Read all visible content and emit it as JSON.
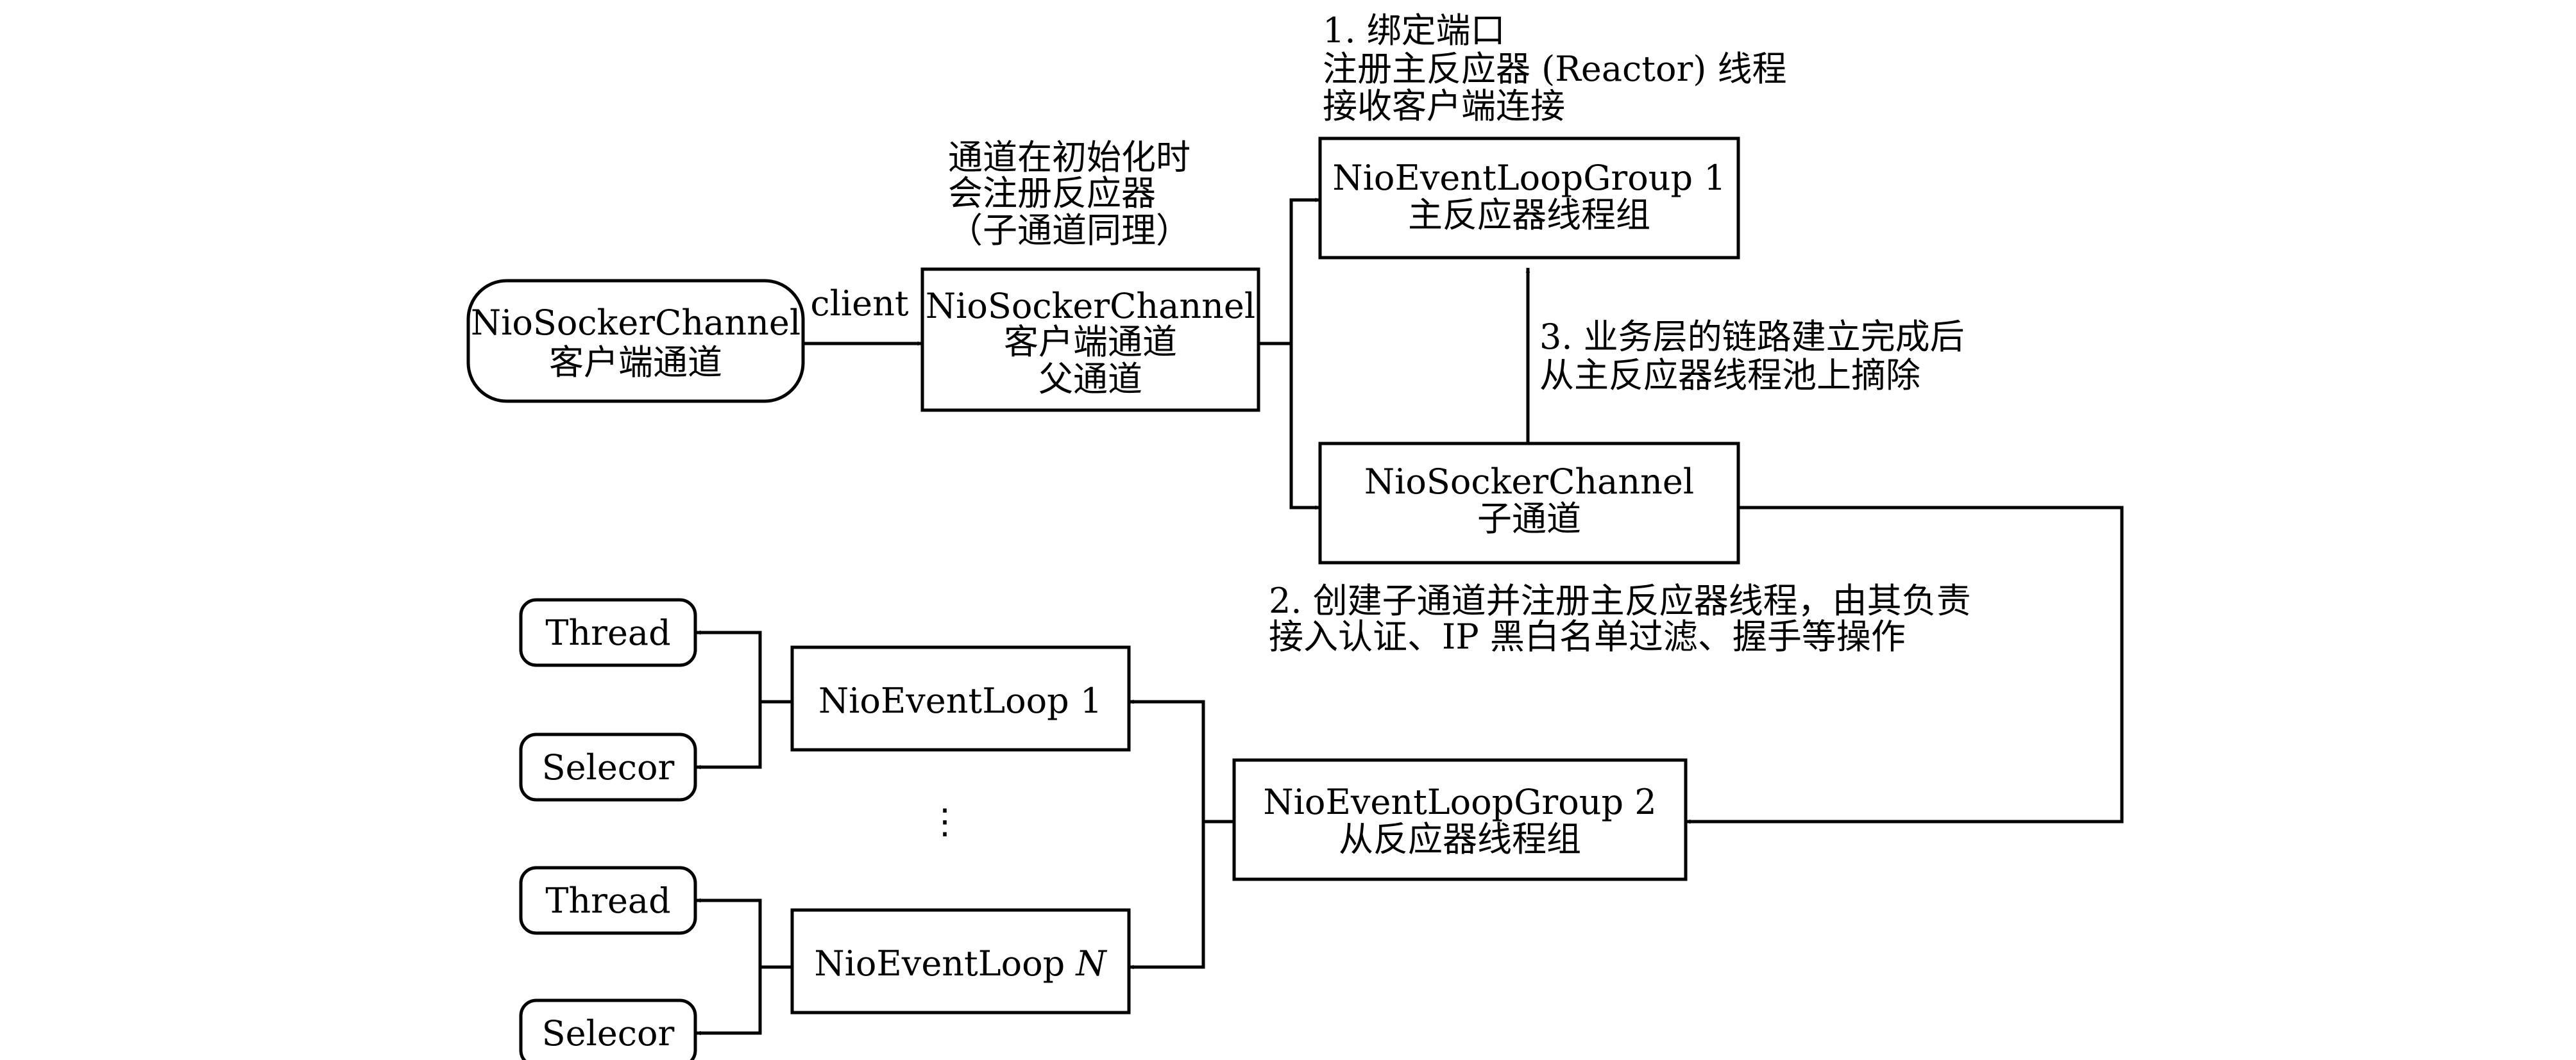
{
  "nodes": {
    "client_channel": {
      "line1": "NioSockerChannel",
      "line2": "客户端通道"
    },
    "parent_channel": {
      "line1": "NioSockerChannel",
      "line2": "客户端通道",
      "line3": "父通道"
    },
    "group1": {
      "line1": "NioEventLoopGroup 1",
      "line2": "主反应器线程组"
    },
    "child_channel": {
      "line1": "NioSockerChannel",
      "line2": "子通道"
    },
    "group2": {
      "line1": "NioEventLoopGroup 2",
      "line2": "从反应器线程组"
    },
    "loop1": {
      "label": "NioEventLoop 1"
    },
    "loopN": {
      "label": "NioEventLoop ",
      "suffix": "N"
    },
    "thread1": {
      "label": "Thread"
    },
    "selector1": {
      "label": "Selecor"
    },
    "threadN": {
      "label": "Thread"
    },
    "selectorN": {
      "label": "Selecor"
    },
    "ellipsis": "⋮"
  },
  "edge_labels": {
    "client": "client"
  },
  "annotations": {
    "bind_port": [
      "1. 绑定端口",
      "注册主反应器 (Reactor) 线程",
      "接收客户端连接"
    ],
    "channel_init": [
      "通道在初始化时",
      "会注册反应器",
      "（子通道同理）"
    ],
    "remove_from_pool": [
      "3. 业务层的链路建立完成后",
      "从主反应器线程池上摘除"
    ],
    "create_child": [
      "2. 创建子通道并注册主反应器线程，由其负责",
      "接入认证、IP 黑白名单过滤、握手等操作"
    ]
  }
}
